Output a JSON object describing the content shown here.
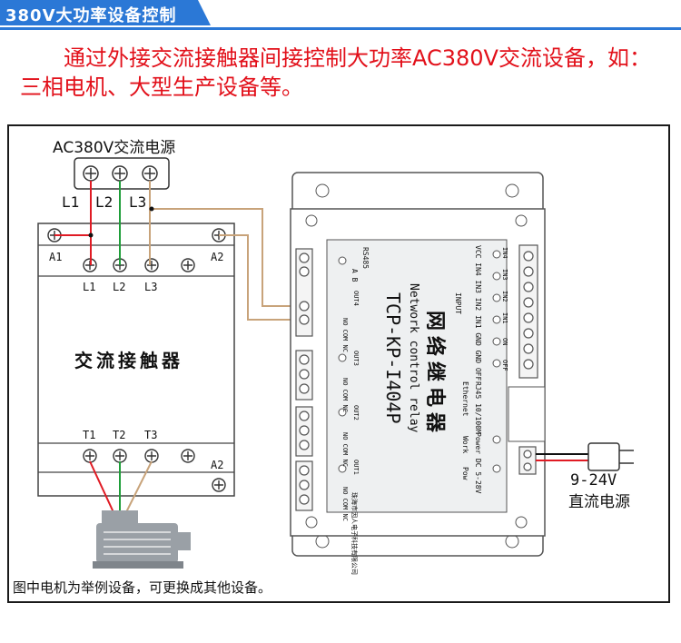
{
  "header": {
    "title": "380V大功率设备控制"
  },
  "intro": {
    "text": "通过外接交流接触器间接控制大功率AC380V交流设备，如：三相电机、大型生产设备等。"
  },
  "diagram": {
    "power_source_label": "AC380V交流电源",
    "phase_labels": [
      "L1",
      "L2",
      "L3"
    ],
    "contactor": {
      "top_left_terminal": "A1",
      "top_right_terminal": "A2",
      "input_terminals": [
        "L1",
        "L2",
        "L3"
      ],
      "name": "交流接触器",
      "output_terminals": [
        "T1",
        "T2",
        "T3"
      ],
      "bottom_right_terminal": "A2"
    },
    "relay": {
      "brand": "网络继电器",
      "subtitle": "Network control relay",
      "model": "TCP-KP-I404P",
      "port_rs485": "RS485",
      "port_ab": "A  B",
      "input_label": "INPUT",
      "input_pins": "VCC IN4 IN3 IN2 IN1 GND GND OFF",
      "led_labels": [
        "IN4",
        "IN3",
        "IN2",
        "IN1",
        "ON",
        "OFF"
      ],
      "ethernet_label": "RJ45 10/100M",
      "ethernet_sub": "Ethernet",
      "power_label": "Power DC 5-28V",
      "work_label": "Work",
      "pow_label": "Pow",
      "out_labels": [
        "OUT4",
        "OUT3",
        "OUT2",
        "OUT1"
      ],
      "contact_labels": "NO COM NC",
      "company": "珠海市因人电子科技有限公司"
    },
    "dc_supply": {
      "voltage": "9-24V",
      "label": "直流电源"
    }
  },
  "footnote": "图中电机为举例设备，可更换成其他设备。",
  "colors": {
    "accent": "#2b78d6",
    "intro_text": "#e2101a",
    "wire_red": "#e01b24",
    "wire_green": "#1f9e3a",
    "wire_tan": "#c8a37a"
  }
}
